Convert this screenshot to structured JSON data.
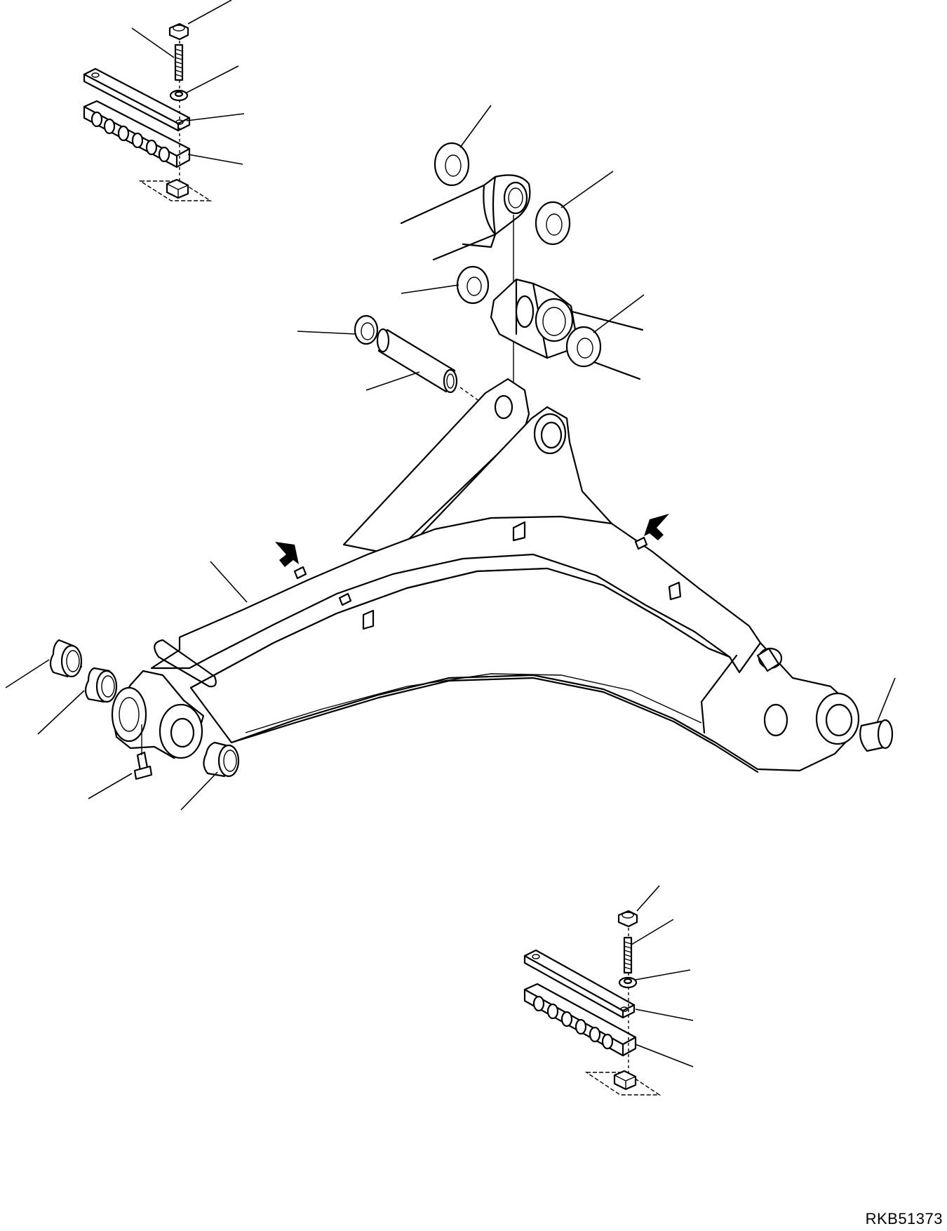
{
  "drawing": {
    "id_label": "RKB51373",
    "line_color": "#000000",
    "background": "#ffffff"
  },
  "parts": [
    {
      "name": "boom-assembly"
    },
    {
      "name": "boom-foot-pin-bushing-left"
    },
    {
      "name": "boom-foot-bushing-left-inner"
    },
    {
      "name": "grease-fitting"
    },
    {
      "name": "boom-foot-bushing-right"
    },
    {
      "name": "boom-top-bushing"
    },
    {
      "name": "cylinder-pin"
    },
    {
      "name": "snap-ring"
    },
    {
      "name": "thrust-washer"
    },
    {
      "name": "hose-clamp-bracket"
    },
    {
      "name": "clamp-plate"
    },
    {
      "name": "bolt"
    },
    {
      "name": "nut"
    },
    {
      "name": "washer"
    }
  ]
}
